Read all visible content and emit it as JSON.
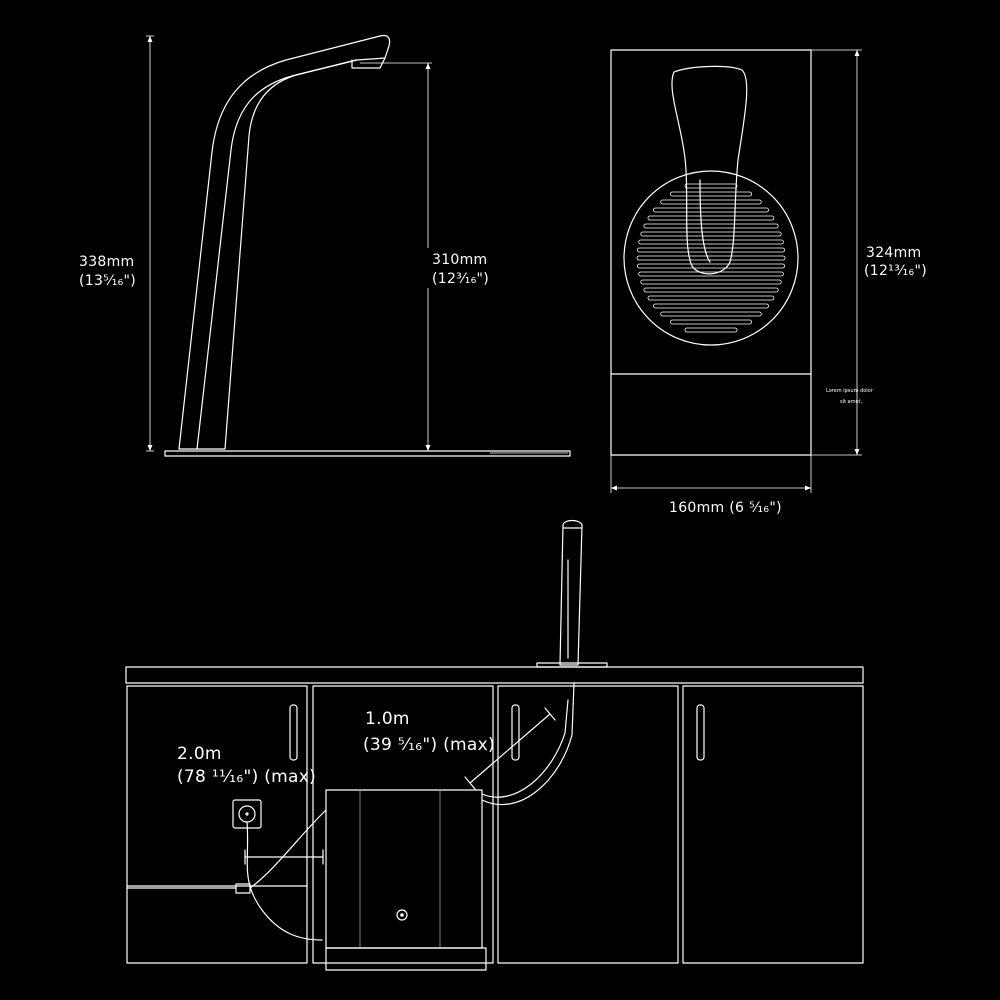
{
  "side_view": {
    "height_total": {
      "metric": "338mm",
      "imperial": "(13⁵⁄₁₆\")"
    },
    "height_spout": {
      "metric": "310mm",
      "imperial": "(12³⁄₁₆\")"
    }
  },
  "front_view": {
    "height": {
      "metric": "324mm",
      "imperial": "(12¹³⁄₁₆\")"
    },
    "width": {
      "text": "160mm (6 ⁵⁄₁₆\")"
    },
    "note": {
      "line1": "Lorem ipsum dolor",
      "line2": "sit amet,"
    }
  },
  "install_view": {
    "power_cable": {
      "length": "2.0m",
      "imperial": "(78 ¹¹⁄₁₆\") (max)"
    },
    "water_hose": {
      "length": "1.0m",
      "imperial": "(39 ⁵⁄₁₆\") (max)"
    }
  },
  "colors": {
    "background": "#000000",
    "line": "#ffffff",
    "muted": "#8a8a8a"
  }
}
